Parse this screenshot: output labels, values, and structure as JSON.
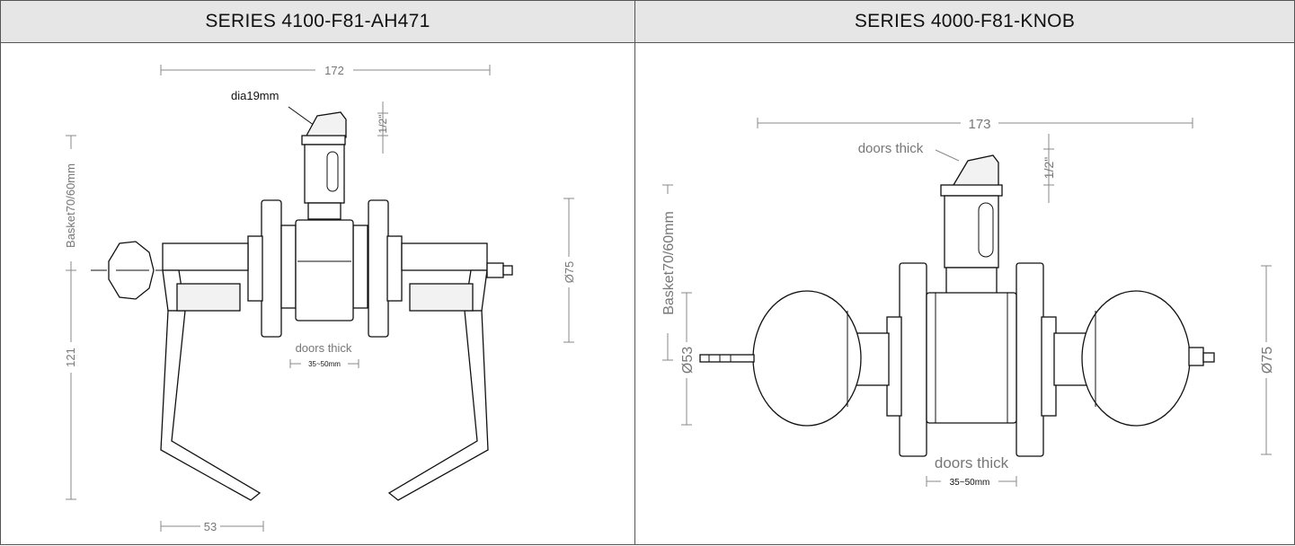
{
  "panels": [
    {
      "title": "SERIES 4100-F81-AH471",
      "labels": {
        "width": "172",
        "dia": "dia19mm",
        "half": "1/2\"",
        "basket": "Basket70/60mm",
        "rose": "Ø75",
        "doors": "doors thick",
        "range": "35~50mm",
        "height": "121",
        "lever": "53"
      }
    },
    {
      "title": "SERIES 4000-F81-KNOB",
      "labels": {
        "width": "173",
        "doors_top": "doors thick",
        "half": "1/2\"",
        "basket": "Basket70/60mm",
        "knob": "Ø53",
        "rose": "Ø75",
        "doors": "doors thick",
        "range": "35~50mm"
      }
    }
  ]
}
